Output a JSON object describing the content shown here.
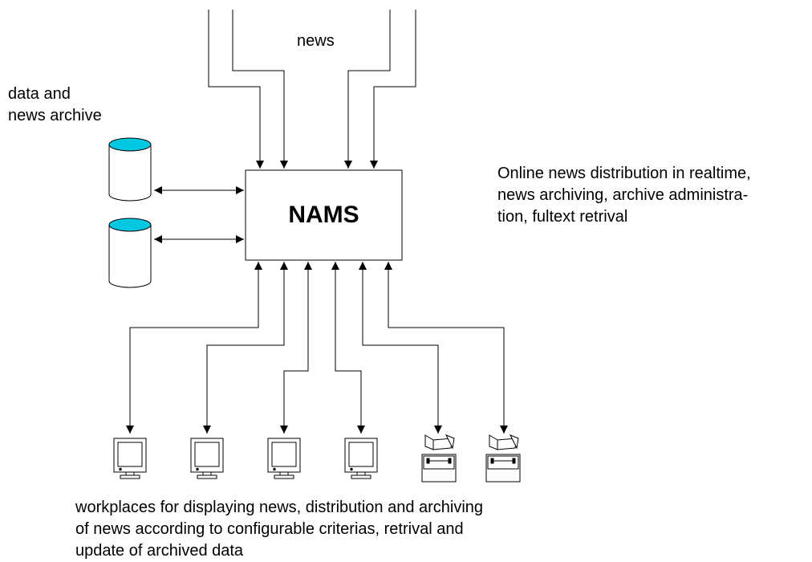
{
  "central_system": {
    "label": "NAMS"
  },
  "labels": {
    "news_feed": "news",
    "archive_lines": [
      "data and",
      "news archive"
    ],
    "online_lines": [
      "Online news distribution in realtime,",
      "news archiving, archive administra-",
      "tion, fultext retrival"
    ],
    "workplaces_lines": [
      "workplaces for displaying news, distribution and archiving",
      "of news according to configurable criterias, retrival and",
      "update of archived data"
    ]
  },
  "colors": {
    "stroke": "#000000",
    "database_top": "#00c8e0",
    "background": "#ffffff"
  },
  "icons": {
    "database": "database-cylinder-icon",
    "workstation": "monitor-workstation-icon",
    "printer": "printer-icon"
  }
}
